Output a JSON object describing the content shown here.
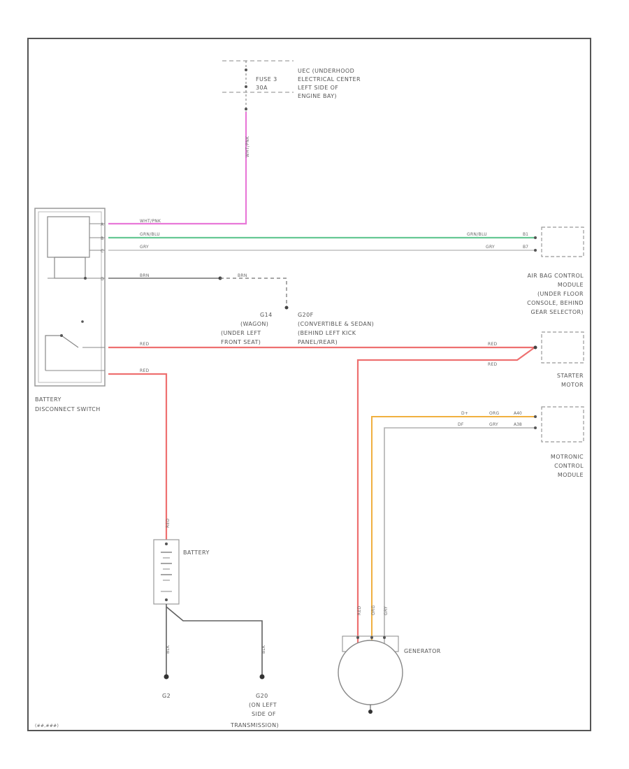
{
  "labels": {
    "uec": [
      "UEC (UNDERHOOD",
      "ELECTRICAL CENTER",
      "LEFT SIDE OF",
      "ENGINE BAY)"
    ],
    "fuse": [
      "FUSE 3",
      "30A"
    ],
    "battery_disconnect": [
      "BATTERY",
      "DISCONNECT SWITCH"
    ],
    "airbag": [
      "AIR BAG CONTROL",
      "MODULE",
      "(UNDER FLOOR",
      "CONSOLE, BEHIND",
      "GEAR SELECTOR)"
    ],
    "starter": [
      "STARTER",
      "MOTOR"
    ],
    "motronic": [
      "MOTRONIC",
      "CONTROL",
      "MODULE"
    ],
    "battery": "BATTERY",
    "generator": "GENERATOR",
    "g_left": "G2",
    "g_right": [
      "G20",
      "(ON LEFT",
      "SIDE OF",
      "TRANSMISSION)"
    ],
    "splice_left": [
      "G14",
      "(WAGON)",
      "(UNDER LEFT",
      "FRONT SEAT)"
    ],
    "splice_right": [
      "G20F",
      "(CONVERTIBLE & SEDAN)",
      "(BEHIND LEFT KICK",
      "PANEL/REAR)"
    ],
    "footer_code": "(##,###)"
  },
  "wires": {
    "pnk": "WHT/PNK",
    "grn": "GRN/BLU",
    "gry": "GRY",
    "brn": "BRN",
    "red": "RED",
    "org": "ORG",
    "blk": "BLK"
  },
  "pins": {
    "sw1": "A",
    "sw2": "B",
    "sw3": "C",
    "sw4": "D",
    "ab1": "B1",
    "ab2": "B7",
    "mot1": "A40",
    "mot2": "A38",
    "g_o": "D+",
    "g_g": "DF"
  },
  "colors": {
    "pink": "#e878d8",
    "green": "#66c894",
    "red": "#ee7070",
    "orange": "#f0b040",
    "gray": "#b0b0b0",
    "dark": "#606060"
  }
}
